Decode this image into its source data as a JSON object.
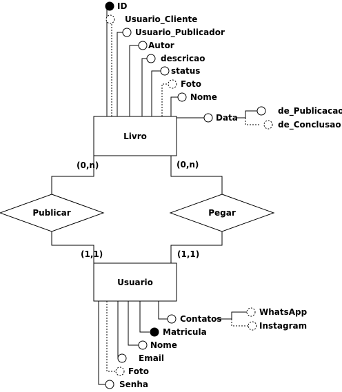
{
  "entities": {
    "livro": "Livro",
    "usuario": "Usuario"
  },
  "relationships": {
    "publicar": "Publicar",
    "pegar": "Pegar"
  },
  "cardinalities": {
    "livro_publicar": "(0,n)",
    "livro_pegar": "(0,n)",
    "usuario_publicar": "(1,1)",
    "usuario_pegar": "(1,1)"
  },
  "livro_attributes": {
    "id": "ID",
    "usuario_cliente": "Usuario_Cliente",
    "usuario_publicador": "Usuario_Publicador",
    "autor": "Autor",
    "descricao": "descricao",
    "status": "status",
    "foto": "Foto",
    "nome": "Nome",
    "data": "Data",
    "de_publicacao": "de_Publicacao",
    "de_conclusao": "de_Conclusao"
  },
  "usuario_attributes": {
    "contatos": "Contatos",
    "whatsapp": "WhatsApp",
    "instagram": "Instagram",
    "matricula": "Matricula",
    "nome": "Nome",
    "email": "Email",
    "foto": "Foto",
    "senha": "Senha"
  }
}
